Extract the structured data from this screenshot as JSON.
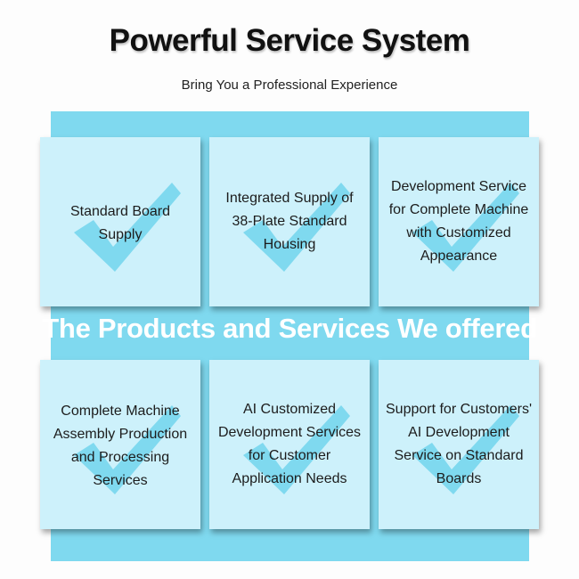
{
  "header": {
    "title": "Powerful Service System",
    "subtitle": "Bring You a Professional Experience"
  },
  "banner": {
    "text": "The Products and Services We offered"
  },
  "cards": [
    {
      "label": "Standard Board Supply",
      "icon": "checkmark-icon"
    },
    {
      "label": "Integrated Supply of 38-Plate Standard Housing",
      "icon": "checkmark-icon"
    },
    {
      "label": "Development Service for Complete Machine with Customized Appearance",
      "icon": "checkmark-icon"
    },
    {
      "label": "Complete Machine Assembly Production and Processing Services",
      "icon": "checkmark-icon"
    },
    {
      "label": "AI Customized Development Services for Customer Application Needs",
      "icon": "checkmark-icon"
    },
    {
      "label": "Support for Customers' AI Development Service on Standard Boards",
      "icon": "checkmark-icon"
    }
  ],
  "colors": {
    "panel": "#7fd9ef",
    "card": "#cdf1fb",
    "checkmark": "#7fd9ef",
    "banner_text": "#ffffff",
    "title_text": "#111111"
  }
}
